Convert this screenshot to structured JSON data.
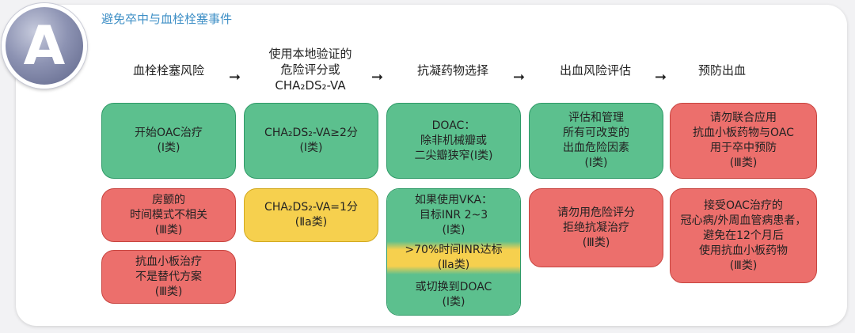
{
  "badge": {
    "letter": "A"
  },
  "caption": "避免卒中与血栓栓塞事件",
  "steps": [
    {
      "lines": [
        "血栓栓塞风险"
      ]
    },
    {
      "lines": [
        "使用本地验证的",
        "危险评分或",
        "CHA₂DS₂-VA"
      ]
    },
    {
      "lines": [
        "抗凝药物选择"
      ]
    },
    {
      "lines": [
        "出血风险评估"
      ]
    },
    {
      "lines": [
        "预防出血"
      ]
    }
  ],
  "arrow_glyph": "➞",
  "boxes": {
    "c1_top": {
      "color": "green",
      "lines": [
        "开始OAC治疗",
        "(Ⅰ类)"
      ]
    },
    "c1_mid": {
      "color": "red",
      "lines": [
        "房颤的",
        "时间模式不相关",
        "(Ⅲ类)"
      ]
    },
    "c1_bot": {
      "color": "red",
      "lines": [
        "抗血小板治疗",
        "不是替代方案",
        "(Ⅲ类)"
      ]
    },
    "c2_top": {
      "color": "green",
      "lines": [
        "CHA₂DS₂-VA≥2分",
        "(Ⅰ类)"
      ]
    },
    "c2_mid": {
      "color": "yellow",
      "lines": [
        "CHA₂DS₂-VA=1分",
        "(Ⅱa类)"
      ]
    },
    "c3_top": {
      "color": "green",
      "lines": [
        "DOAC：",
        "除非机械瓣或",
        "二尖瓣狭窄(Ⅰ类)"
      ]
    },
    "c3_vka_a": {
      "color": "green",
      "lines": [
        "如果使用VKA：",
        "目标INR 2~3",
        "(Ⅰ类)"
      ]
    },
    "c3_vka_b": {
      "color": "yellow",
      "lines": [
        ">70%时间INR达标",
        "(Ⅱa类)"
      ]
    },
    "c3_vka_c": {
      "color": "green",
      "lines": [
        "或切换到DOAC",
        "(Ⅰ类)"
      ]
    },
    "c4_top": {
      "color": "green",
      "lines": [
        "评估和管理",
        "所有可改变的",
        "出血危险因素",
        "(Ⅰ类)"
      ]
    },
    "c4_mid": {
      "color": "red",
      "lines": [
        "请勿用危险评分",
        "拒绝抗凝治疗",
        "(Ⅲ类)"
      ]
    },
    "c5_top": {
      "color": "red",
      "lines": [
        "请勿联合应用",
        "抗血小板药物与OAC",
        "用于卒中预防",
        "(Ⅲ类)"
      ]
    },
    "c5_mid": {
      "color": "red",
      "lines": [
        "接受OAC治疗的",
        "冠心病/外周血管病患者，",
        "避免在12个月后",
        "使用抗血小板药物",
        "(Ⅲ类)"
      ]
    }
  }
}
